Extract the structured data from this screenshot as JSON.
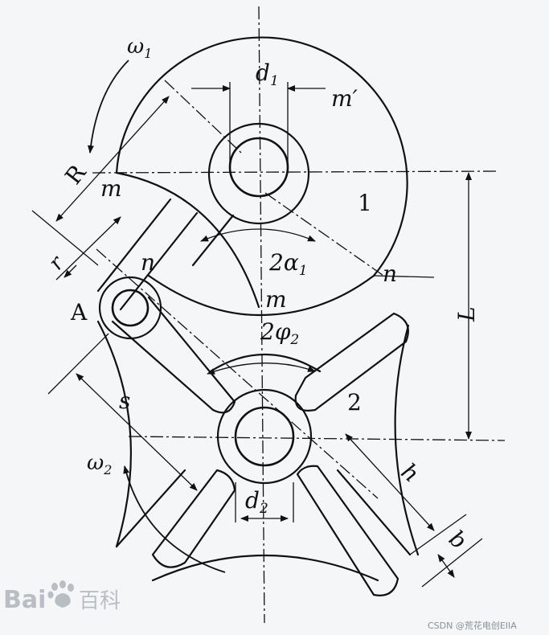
{
  "labels": {
    "omega1": "ω",
    "omega1_sub": "1",
    "d1": "d",
    "d1_sub": "1",
    "m_prime": "m′",
    "R": "R",
    "m_left": "m",
    "one": "1",
    "r": "r",
    "n_left": "n",
    "alpha": "2α",
    "alpha_sub": "1",
    "n_right": "n",
    "A": "A",
    "m_bottom": "m",
    "phi": "2φ",
    "phi_sub": "2",
    "L": "L",
    "s": "s",
    "two": "2",
    "omega2": "ω",
    "omega2_sub": "2",
    "h": "h",
    "d2": "d",
    "d2_sub": "2",
    "b": "b"
  },
  "watermark": {
    "brand": "Bai",
    "brand_cn": "百科"
  },
  "credit": "CSDN @荒花电创EIIA",
  "colors": {
    "line": "#111111",
    "background": "#f4f6f8",
    "watermark": "#b9bec4"
  }
}
